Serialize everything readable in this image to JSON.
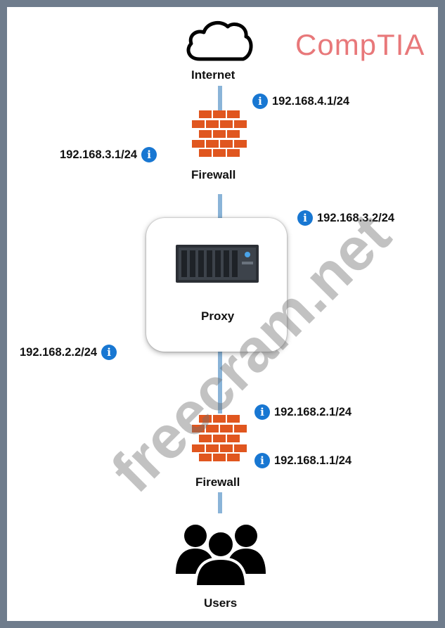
{
  "brand": "CompTIA",
  "watermark": "freecram.net",
  "nodes": {
    "internet": "Internet",
    "firewall_top": "Firewall",
    "proxy": "Proxy",
    "firewall_bottom": "Firewall",
    "users": "Users"
  },
  "ips": {
    "fw_top_outside": "192.168.4.1/24",
    "fw_top_inside": "192.168.3.1/24",
    "proxy_outside": "192.168.3.2/24",
    "proxy_inside": "192.168.2.2/24",
    "fw_bottom_outside": "192.168.2.1/24",
    "fw_bottom_inside": "192.168.1.1/24"
  },
  "info_glyph": "i",
  "colors": {
    "link": "#8ab4d8",
    "firewall_brick": "#e0561f",
    "info": "#1877d2",
    "brand": "#e8787a"
  }
}
